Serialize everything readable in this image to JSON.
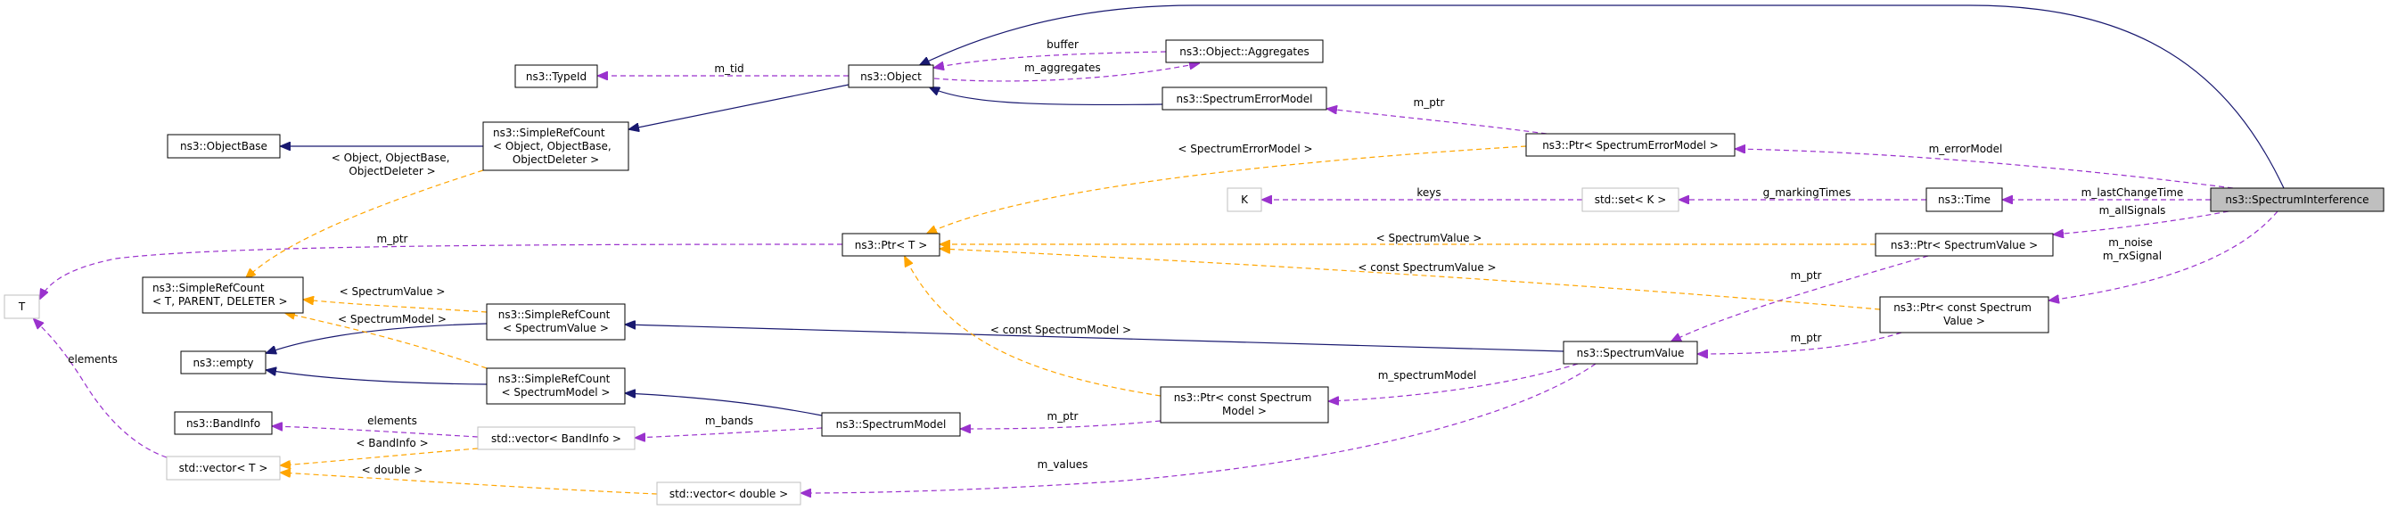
{
  "diagram": {
    "title": "ns3::SpectrumInterference collaboration graph",
    "focus_node": "ns3::SpectrumInterference",
    "colors": {
      "inheritance": "#191970",
      "member": "#9a32cd",
      "template": "#ffa500",
      "focus_fill": "#bfbfbf",
      "external_border": "#bfbfbf"
    },
    "nodes": {
      "interference": [
        "ns3::SpectrumInterference"
      ],
      "object": [
        "ns3::Object"
      ],
      "typeid": [
        "ns3::TypeId"
      ],
      "aggregates": [
        "ns3::Object::Aggregates"
      ],
      "objectbase": [
        "ns3::ObjectBase"
      ],
      "src_object": [
        "ns3::SimpleRefCount",
        "< Object, ObjectBase,",
        "ObjectDeleter >"
      ],
      "errormodel": [
        "ns3::SpectrumErrorModel"
      ],
      "ptr_errormodel": [
        "ns3::Ptr< SpectrumErrorModel >"
      ],
      "k": [
        "K"
      ],
      "set_k": [
        "std::set< K >"
      ],
      "time": [
        "ns3::Time"
      ],
      "ptr_t": [
        "ns3::Ptr< T >"
      ],
      "t": [
        "T"
      ],
      "src_t": [
        "ns3::SimpleRefCount",
        "< T, PARENT, DELETER >"
      ],
      "ptr_spectrumvalue": [
        "ns3::Ptr< SpectrumValue >"
      ],
      "ptr_const_spectrumvalue": [
        "ns3::Ptr< const Spectrum",
        "Value >"
      ],
      "src_spectrumvalue": [
        "ns3::SimpleRefCount",
        "< SpectrumValue >"
      ],
      "empty": [
        "ns3::empty"
      ],
      "src_spectrummodel": [
        "ns3::SimpleRefCount",
        "< SpectrumModel >"
      ],
      "spectrumvalue": [
        "ns3::SpectrumValue"
      ],
      "bandinfo": [
        "ns3::BandInfo"
      ],
      "vector_bandinfo": [
        "std::vector< BandInfo >"
      ],
      "spectrummodel": [
        "ns3::SpectrumModel"
      ],
      "ptr_const_spectrummodel": [
        "ns3::Ptr< const Spectrum",
        "Model >"
      ],
      "vector_t": [
        "std::vector< T >"
      ],
      "vector_double": [
        "std::vector< double >"
      ]
    },
    "edge_labels": {
      "m_tid": "m_tid",
      "buffer": "buffer",
      "m_aggregates": "m_aggregates",
      "src_object_tpl": [
        "< Object, ObjectBase,",
        "ObjectDeleter >"
      ],
      "m_ptr_errormodel": "m_ptr",
      "tpl_errormodel": "< SpectrumErrorModel >",
      "m_errorModel": "m_errorModel",
      "keys": "keys",
      "g_markingTimes": "g_markingTimes",
      "m_lastChangeTime": "m_lastChangeTime",
      "m_allSignals": "m_allSignals",
      "m_noise_rx": [
        "m_noise",
        "m_rxSignal"
      ],
      "m_ptr_t": "m_ptr",
      "tpl_spectrumvalue": "< SpectrumValue >",
      "tpl_const_spectrumvalue": "< const SpectrumValue >",
      "src_tpl_spectrumvalue": "< SpectrumValue >",
      "src_tpl_spectrummodel": "< SpectrumModel >",
      "elements_t": "elements",
      "m_ptr_sv1": "m_ptr",
      "m_ptr_sv2": "m_ptr",
      "tpl_const_spectrummodel": "< const SpectrumModel >",
      "m_spectrumModel": "m_spectrumModel",
      "m_ptr_sm": "m_ptr",
      "m_bands": "m_bands",
      "elements_bandinfo": "elements",
      "tpl_bandinfo": "< BandInfo >",
      "tpl_double": "< double >",
      "m_values": "m_values"
    }
  }
}
